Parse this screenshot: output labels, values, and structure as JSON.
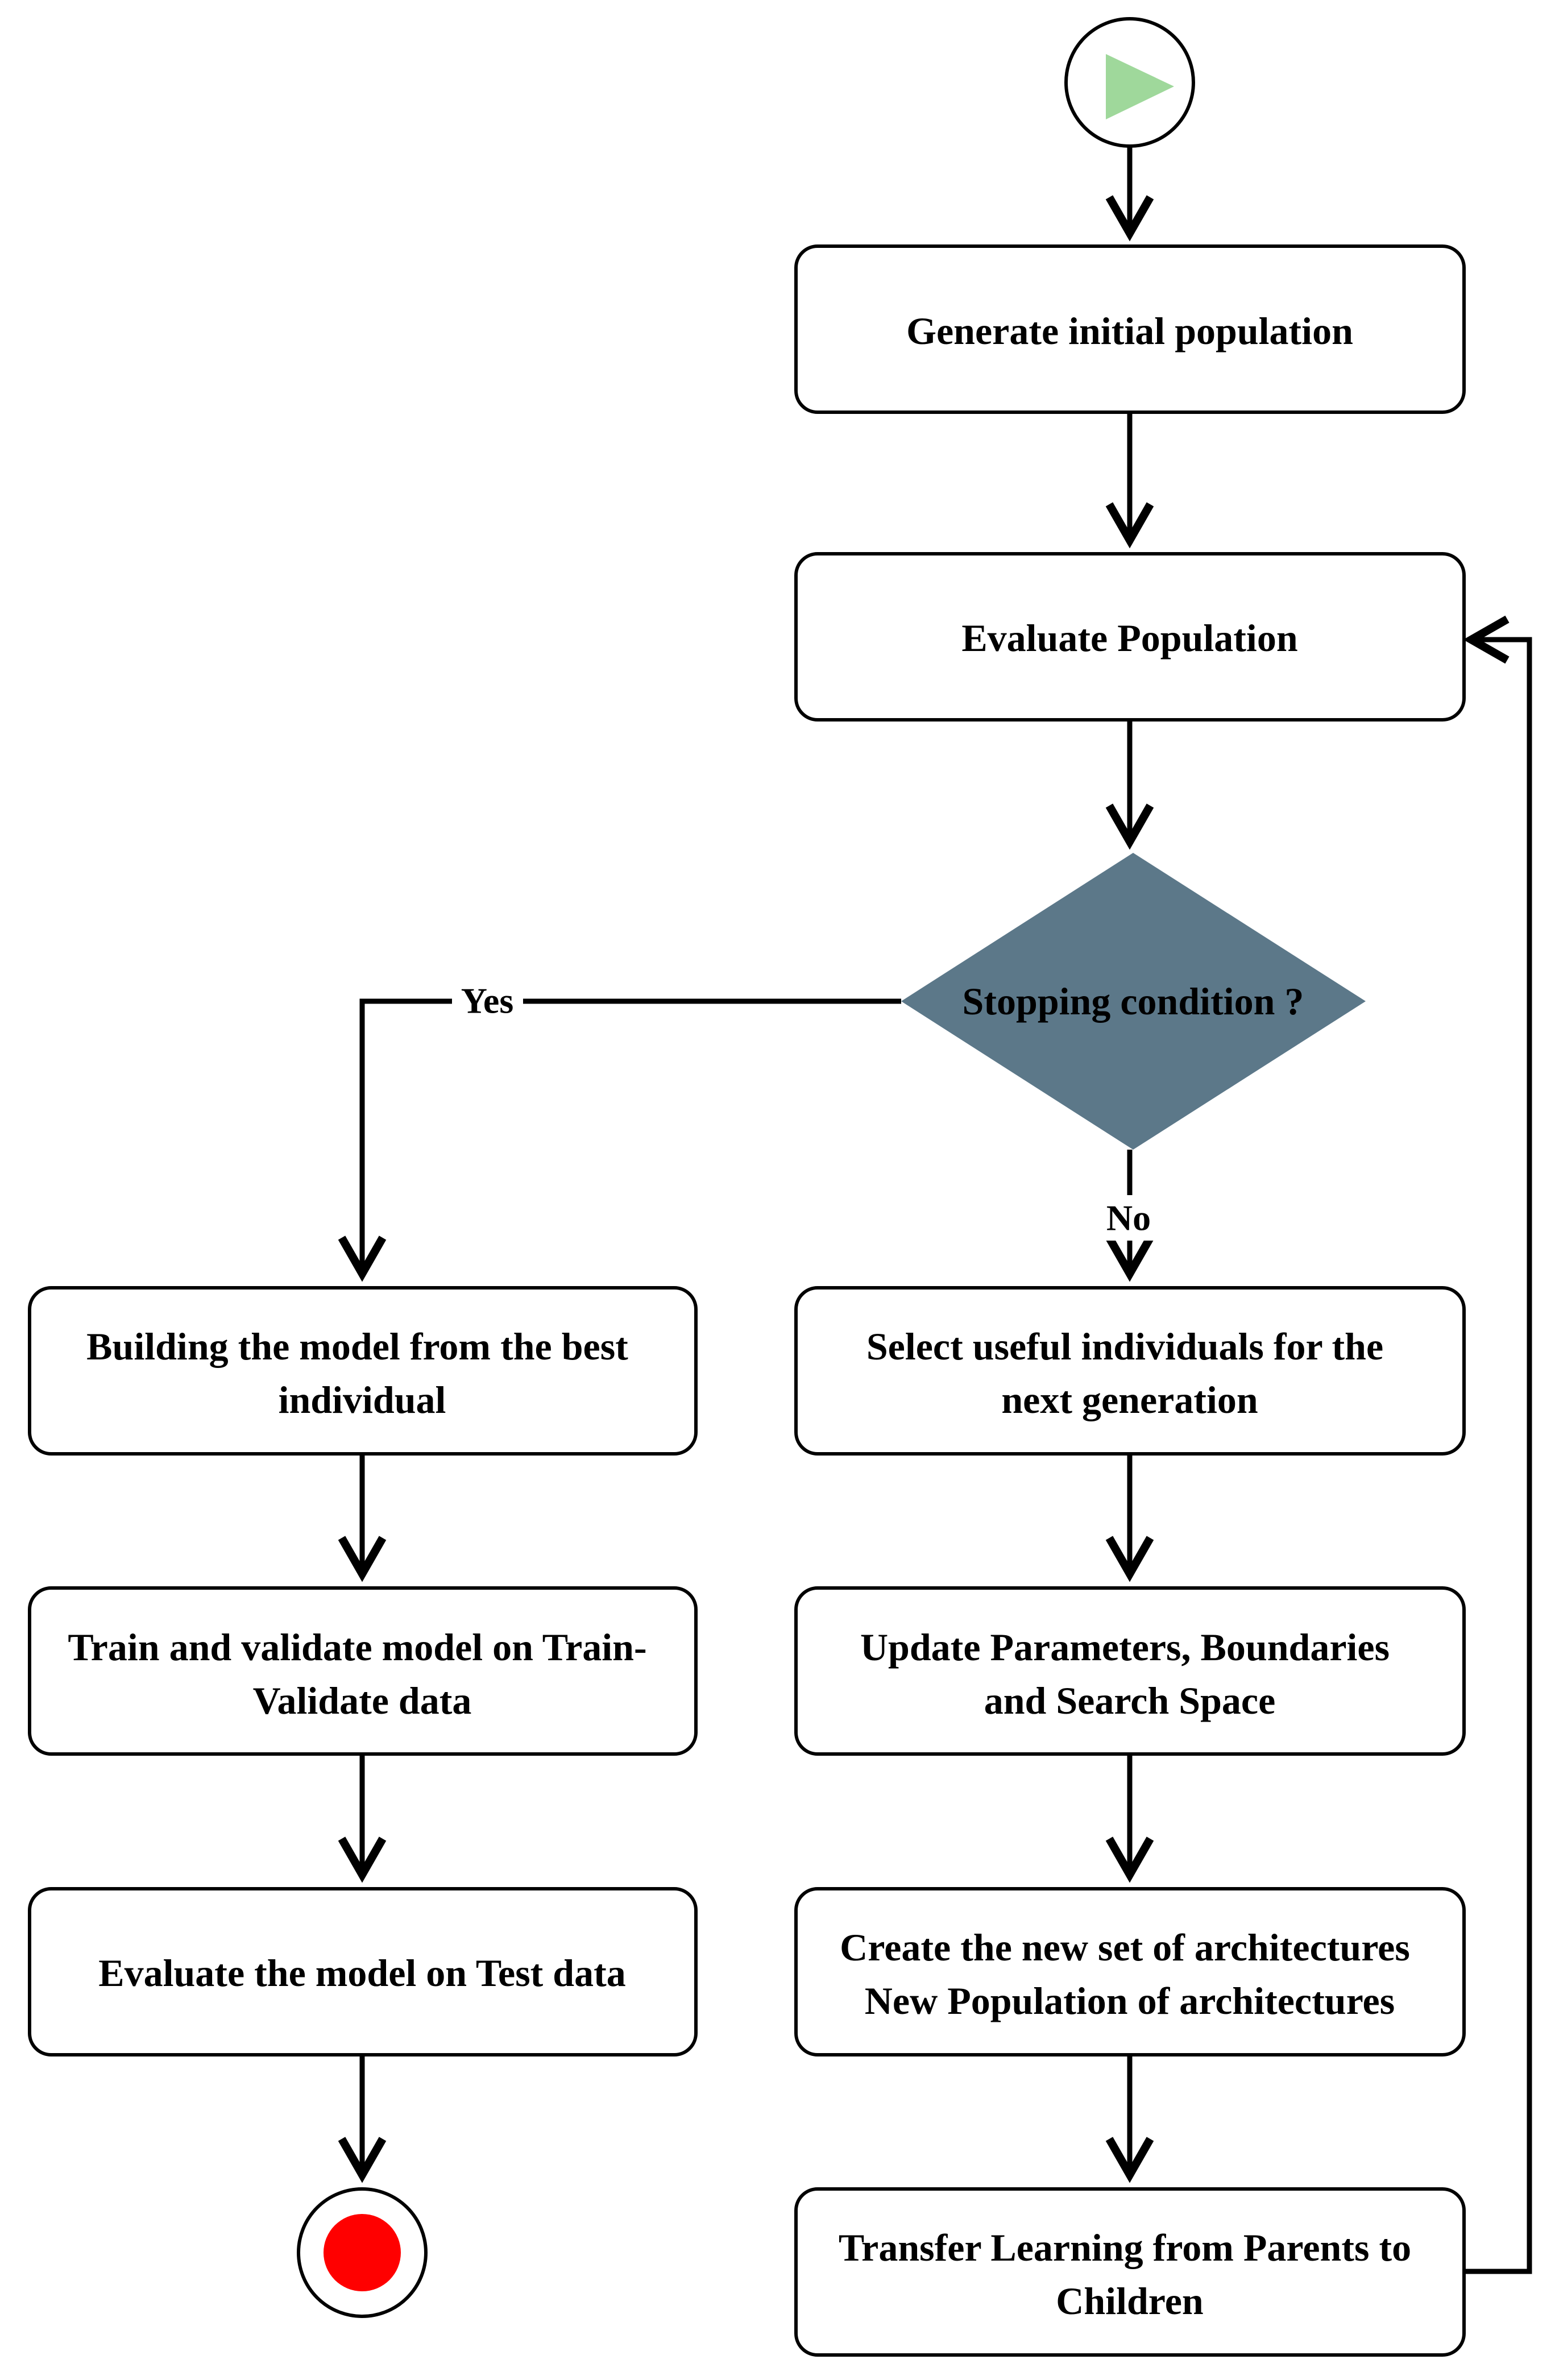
{
  "colors": {
    "decision_fill": "#5c7889",
    "decision_text": "#ffffff",
    "start_play": "#9fd89b",
    "end_dot": "#ff0000",
    "stroke": "#000000"
  },
  "icons": {
    "start": "play-icon",
    "end": "stop-dot-icon"
  },
  "nodes": {
    "generate": "Generate initial population",
    "evaluate_population": "Evaluate Population",
    "stopping": "Stopping condition ?",
    "building": [
      "Building the model from the best",
      "individual"
    ],
    "train": [
      "Train and validate model on Train-",
      "Validate data"
    ],
    "evaluate_model": "Evaluate the model on Test data",
    "select": [
      "Select useful individuals for the",
      "next generation"
    ],
    "update": [
      "Update Parameters, Boundaries",
      "and Search Space"
    ],
    "create": [
      "Create the new set of architectures",
      "New Population of architectures"
    ],
    "transfer": [
      "Transfer Learning from Parents to",
      "Children"
    ]
  },
  "edge_labels": {
    "yes": "Yes",
    "no": "No"
  }
}
